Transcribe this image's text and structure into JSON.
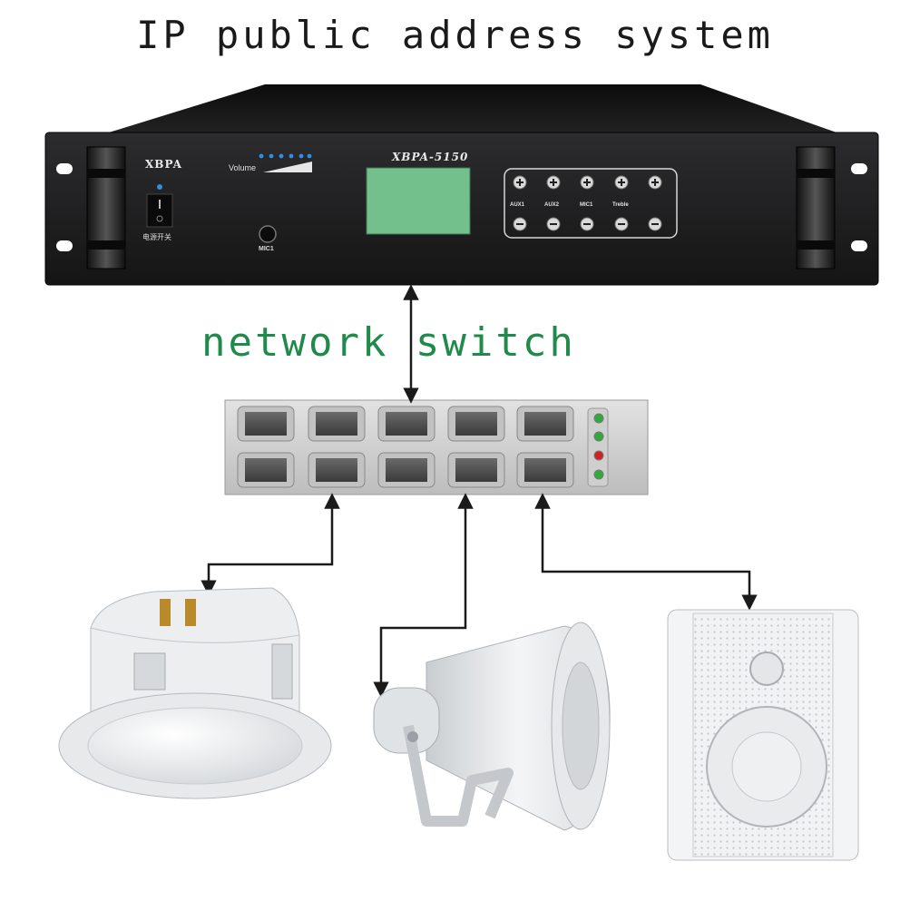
{
  "title": "IP public address system",
  "network_label": "network switch",
  "amplifier": {
    "brand": "XBPA",
    "model": "XBPA-5150",
    "volume_label": "Volume",
    "power_label": "电源开关",
    "mic_label": "MIC1",
    "controls": [
      "AUX1",
      "AUX2",
      "MIC1",
      "Treble"
    ]
  },
  "colors": {
    "amp_body": "#1c1c1e",
    "display": "#74c08c",
    "label_green": "#1f8a4a",
    "switch_body": "#d2d2d2",
    "led_green": "#2faa3c",
    "led_red": "#cc2222"
  },
  "devices": [
    "ceiling-speaker",
    "horn-speaker",
    "wall-speaker"
  ]
}
